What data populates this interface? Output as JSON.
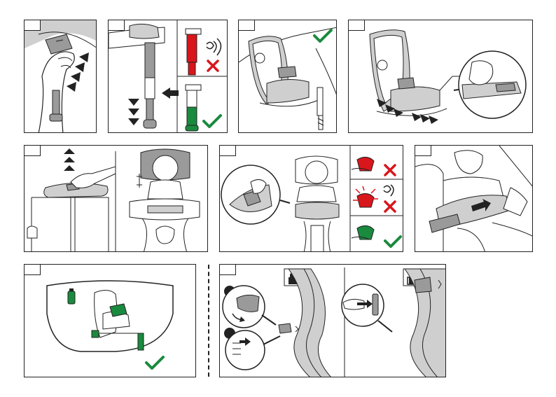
{
  "document": {
    "type": "installation-instruction-pictograms",
    "panels": [
      {
        "id": "p1",
        "content": "hand-pressing-release-button"
      },
      {
        "id": "p2",
        "content": "support-leg-extension-indicator"
      },
      {
        "id": "p3",
        "content": "seat-installed-correct"
      },
      {
        "id": "p4",
        "content": "isofix-connector-latched"
      },
      {
        "id": "p5",
        "content": "headrest-height-adjustment"
      },
      {
        "id": "p6",
        "content": "harness-buckle-check"
      },
      {
        "id": "p7",
        "content": "pushing-seat-into-backrest"
      },
      {
        "id": "p8",
        "content": "vehicle-check-ok"
      },
      {
        "id": "p9",
        "content": "lock-unlock-rotation"
      }
    ],
    "colors": {
      "ok": "#1a8a3e",
      "error": "#d9161c",
      "indicator_red": "#d9161c",
      "indicator_green": "#1a8a3e",
      "shade": "#9a9a9a",
      "light_shade": "#cfcfcf",
      "outline": "#222222"
    },
    "icons": [
      "check-icon",
      "cross-icon",
      "sound-icon",
      "lock-icon",
      "unlock-icon",
      "arrow-icon"
    ]
  }
}
